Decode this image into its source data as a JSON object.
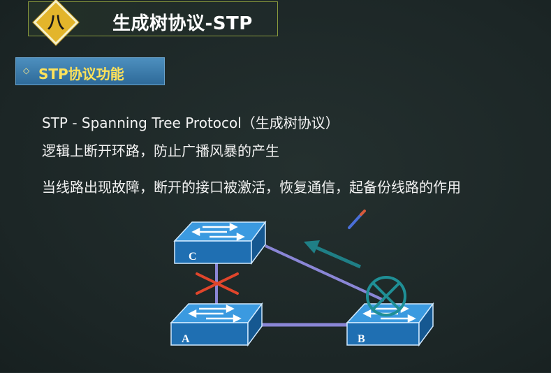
{
  "header": {
    "number": "八",
    "title": "生成树协议-STP"
  },
  "section": {
    "bullet": "◇",
    "title": "STP协议功能"
  },
  "body": {
    "lines": [
      "STP  -  Spanning Tree Protocol（生成树协议）",
      "逻辑上断开环路，防止广播风暴的产生",
      "当线路出现故障，断开的接口被激活，恢复通信，起备份线路的作用"
    ]
  },
  "diagram": {
    "switches": [
      {
        "label": "C"
      },
      {
        "label": "A"
      },
      {
        "label": "B"
      }
    ],
    "colors": {
      "switch_top": "#2f8fd8",
      "switch_side": "#1b5f9c",
      "link": "#8a86d6",
      "blocked_mark": "#e0452b",
      "arrow": "#1f7f86"
    },
    "icons": [
      "blocked-link-x-icon",
      "teal-arrow-icon",
      "pen-icon",
      "cross-circle-icon"
    ]
  }
}
